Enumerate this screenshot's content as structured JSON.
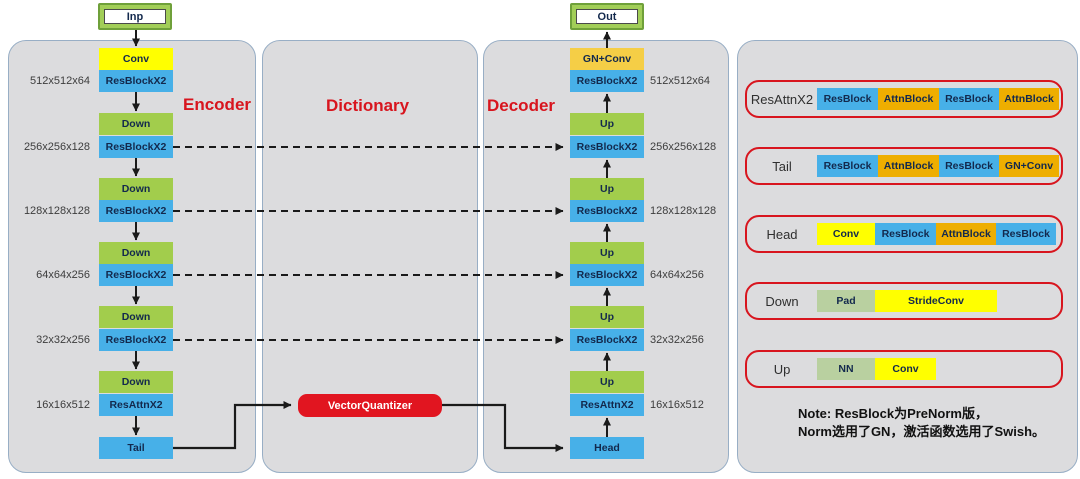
{
  "io": {
    "input": "Inp",
    "output": "Out"
  },
  "sections": {
    "encoder": "Encoder",
    "dictionary": "Dictionary",
    "decoder": "Decoder"
  },
  "vector_quantizer": "VectorQuantizer",
  "palette": {
    "block_blue": "#47b0e8",
    "block_yellow": "#ffff00",
    "block_gold": "#eeae00",
    "block_amber": "#f5ce46",
    "block_green": "#a2cd4c",
    "block_sage": "#b9d0a0",
    "accent_red": "#d8151e",
    "panel_gray": "#dcdcde",
    "io_green": "#a2ce58"
  },
  "encoder": {
    "blocks": [
      {
        "label": "Conv",
        "color": "yellow"
      },
      {
        "label": "ResBlockX2",
        "color": "blue",
        "dim": "512x512x64"
      },
      {
        "label": "Down",
        "color": "green"
      },
      {
        "label": "ResBlockX2",
        "color": "blue",
        "dim": "256x256x128"
      },
      {
        "label": "Down",
        "color": "green"
      },
      {
        "label": "ResBlockX2",
        "color": "blue",
        "dim": "128x128x128"
      },
      {
        "label": "Down",
        "color": "green"
      },
      {
        "label": "ResBlockX2",
        "color": "blue",
        "dim": "64x64x256"
      },
      {
        "label": "Down",
        "color": "green"
      },
      {
        "label": "ResBlockX2",
        "color": "blue",
        "dim": "32x32x256"
      },
      {
        "label": "Down",
        "color": "green"
      },
      {
        "label": "ResAttnX2",
        "color": "blue",
        "dim": "16x16x512"
      },
      {
        "label": "Tail",
        "color": "blue"
      }
    ]
  },
  "decoder": {
    "blocks": [
      {
        "label": "GN+Conv",
        "color": "amber"
      },
      {
        "label": "ResBlockX2",
        "color": "blue",
        "dim": "512x512x64"
      },
      {
        "label": "Up",
        "color": "green"
      },
      {
        "label": "ResBlockX2",
        "color": "blue",
        "dim": "256x256x128"
      },
      {
        "label": "Up",
        "color": "green"
      },
      {
        "label": "ResBlockX2",
        "color": "blue",
        "dim": "128x128x128"
      },
      {
        "label": "Up",
        "color": "green"
      },
      {
        "label": "ResBlockX2",
        "color": "blue",
        "dim": "64x64x256"
      },
      {
        "label": "Up",
        "color": "green"
      },
      {
        "label": "ResBlockX2",
        "color": "blue",
        "dim": "32x32x256"
      },
      {
        "label": "Up",
        "color": "green"
      },
      {
        "label": "ResAttnX2",
        "color": "blue",
        "dim": "16x16x512"
      },
      {
        "label": "Head",
        "color": "blue"
      }
    ]
  },
  "legend": {
    "rows": [
      {
        "label": "ResAttnX2",
        "blocks": [
          {
            "label": "ResBlock",
            "color": "blue",
            "w": 61
          },
          {
            "label": "AttnBlock",
            "color": "gold",
            "w": 61
          },
          {
            "label": "ResBlock",
            "color": "blue",
            "w": 60
          },
          {
            "label": "AttnBlock",
            "color": "gold",
            "w": 60
          }
        ]
      },
      {
        "label": "Tail",
        "blocks": [
          {
            "label": "ResBlock",
            "color": "blue",
            "w": 61
          },
          {
            "label": "AttnBlock",
            "color": "gold",
            "w": 61
          },
          {
            "label": "ResBlock",
            "color": "blue",
            "w": 60
          },
          {
            "label": "GN+Conv",
            "color": "gold",
            "w": 60
          }
        ]
      },
      {
        "label": "Head",
        "blocks": [
          {
            "label": "Conv",
            "color": "yellow",
            "w": 58
          },
          {
            "label": "ResBlock",
            "color": "blue",
            "w": 61
          },
          {
            "label": "AttnBlock",
            "color": "gold",
            "w": 60
          },
          {
            "label": "ResBlock",
            "color": "blue",
            "w": 60
          }
        ]
      },
      {
        "label": "Down",
        "blocks": [
          {
            "label": "Pad",
            "color": "sage",
            "w": 58
          },
          {
            "label": "StrideConv",
            "color": "yellow",
            "w": 122
          }
        ]
      },
      {
        "label": "Up",
        "blocks": [
          {
            "label": "NN",
            "color": "sage",
            "w": 58
          },
          {
            "label": "Conv",
            "color": "yellow",
            "w": 61
          }
        ]
      }
    ]
  },
  "note": {
    "line1": "Note: ResBlock为PreNorm版，",
    "line2": "Norm选用了GN，激活函数选用了Swish。"
  }
}
